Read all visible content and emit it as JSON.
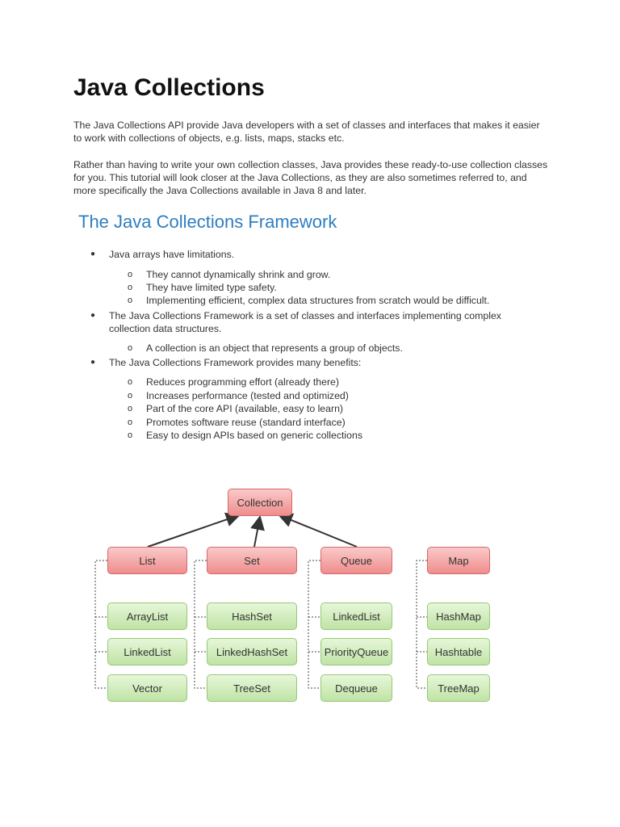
{
  "title": "Java Collections",
  "intro": [
    "The Java Collections API provide Java developers with a set of classes and interfaces that makes it easier to work with collections of objects, e.g. lists, maps, stacks etc.",
    "Rather than having to write your own collection classes, Java provides these ready-to-use collection classes for you. This tutorial will look closer at the Java Collections, as they are also sometimes referred to, and more specifically the Java Collections available in Java 8 and later."
  ],
  "section_heading": "The Java Collections Framework",
  "bullets": [
    {
      "text": "Java arrays have limitations.",
      "sub": [
        "They cannot dynamically shrink and grow.",
        "They have limited type safety.",
        "Implementing efficient, complex data structures from scratch would be difficult."
      ]
    },
    {
      "text": "The Java Collections Framework is a set of classes and interfaces implementing complex collection data structures.",
      "sub": [
        "A collection is an object that represents a group of objects."
      ]
    },
    {
      "text": "The Java Collections Framework provides many benefits:",
      "sub": [
        "Reduces programming effort (already there)",
        "Increases performance (tested and optimized)",
        "Part of the core API (available, easy to learn)",
        "Promotes software reuse (standard interface)",
        "Easy to design APIs based on generic collections"
      ]
    }
  ],
  "bullet_marks": {
    "level1": "●",
    "level2": "o"
  },
  "diagram": {
    "root": "Collection",
    "interfaces": [
      "List",
      "Set",
      "Queue",
      "Map"
    ],
    "implementations": {
      "List": [
        "ArrayList",
        "LinkedList",
        "Vector"
      ],
      "Set": [
        "HashSet",
        "LinkedHashSet",
        "TreeSet"
      ],
      "Queue": [
        "LinkedList",
        "PriorityQueue",
        "Dequeue"
      ],
      "Map": [
        "HashMap",
        "Hashtable",
        "TreeMap"
      ]
    },
    "colors": {
      "interface_fill": "#f4a5a5",
      "implementation_fill": "#cfeab9",
      "arrow": "#333333"
    }
  }
}
